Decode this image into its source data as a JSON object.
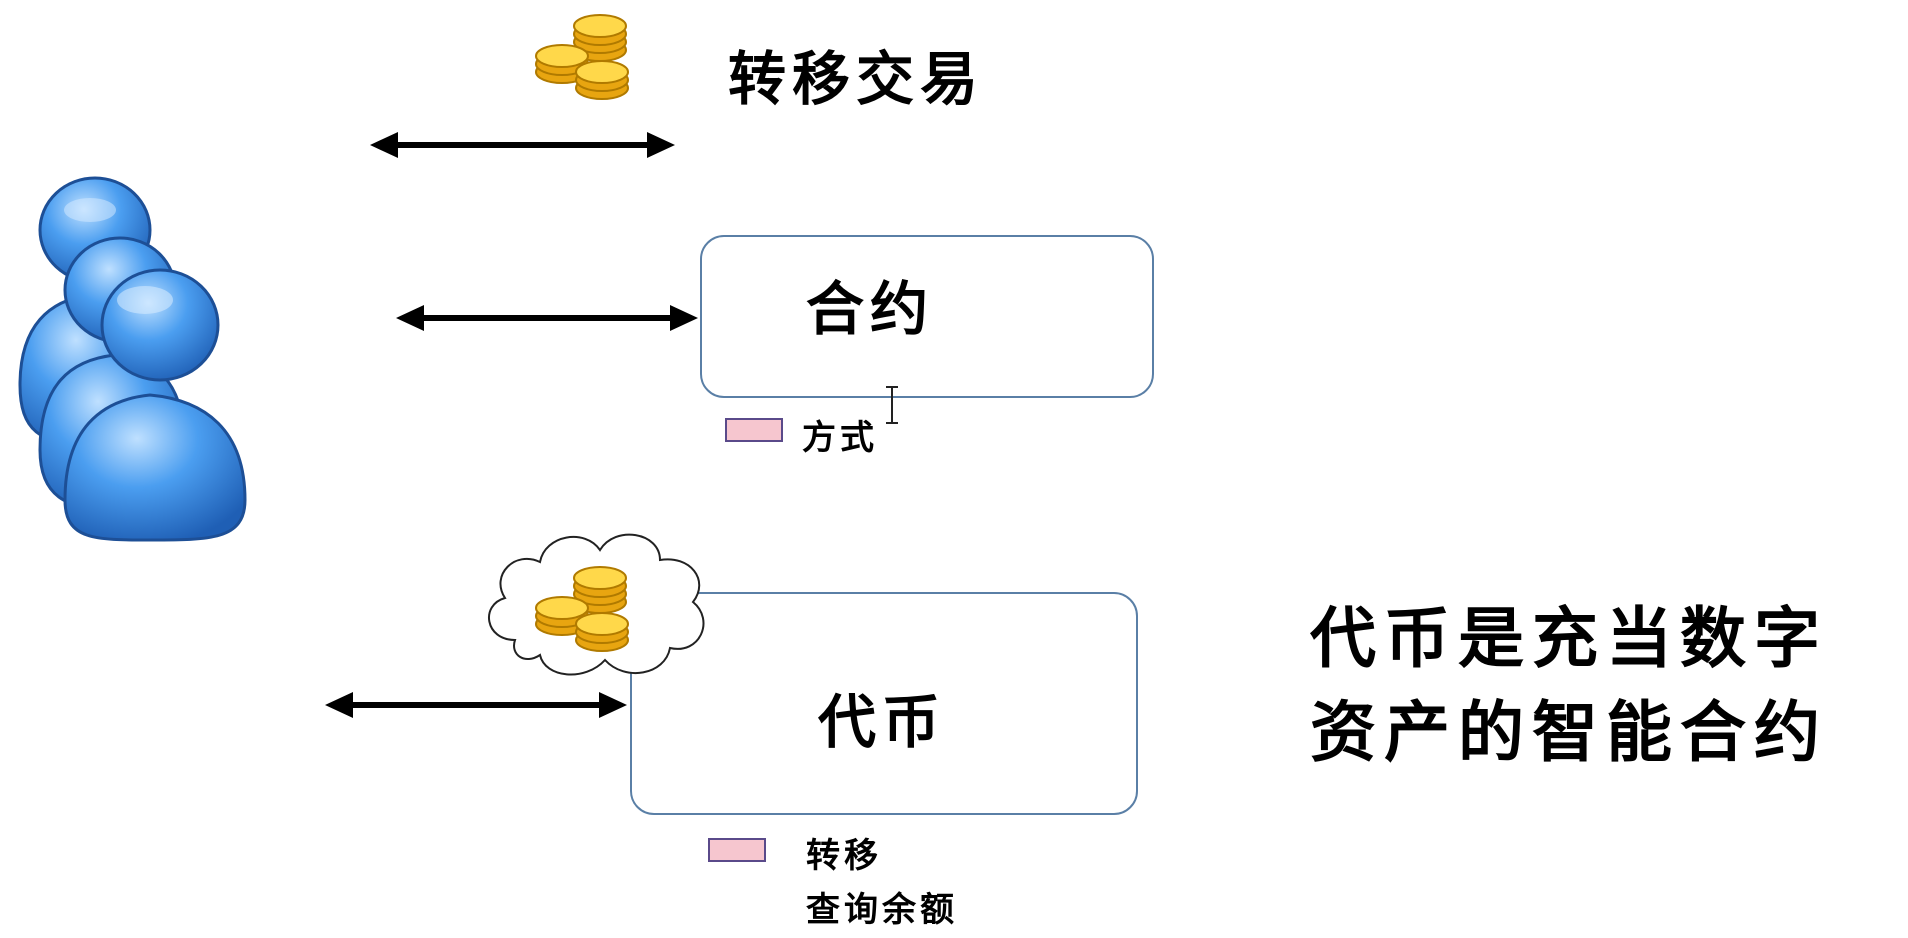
{
  "top": {
    "title": "转移交易"
  },
  "contract": {
    "title": "合约",
    "legend_label": "方式"
  },
  "token": {
    "title": "代币",
    "legend_line1": "转移",
    "legend_line2": "查询余额"
  },
  "definition": {
    "line1": "代币是充当数字",
    "line2": "资产的智能合约"
  },
  "icons": {
    "users": "users-group-icon",
    "coins": "gold-coins-icon",
    "cloud": "cloud-icon",
    "cursor": "text-cursor-icon"
  },
  "colors": {
    "user_blue": "#3f8de0",
    "coin_gold": "#f2b41a",
    "box_border": "#5a7fa6",
    "swatch_fill": "#f6c6cf"
  }
}
